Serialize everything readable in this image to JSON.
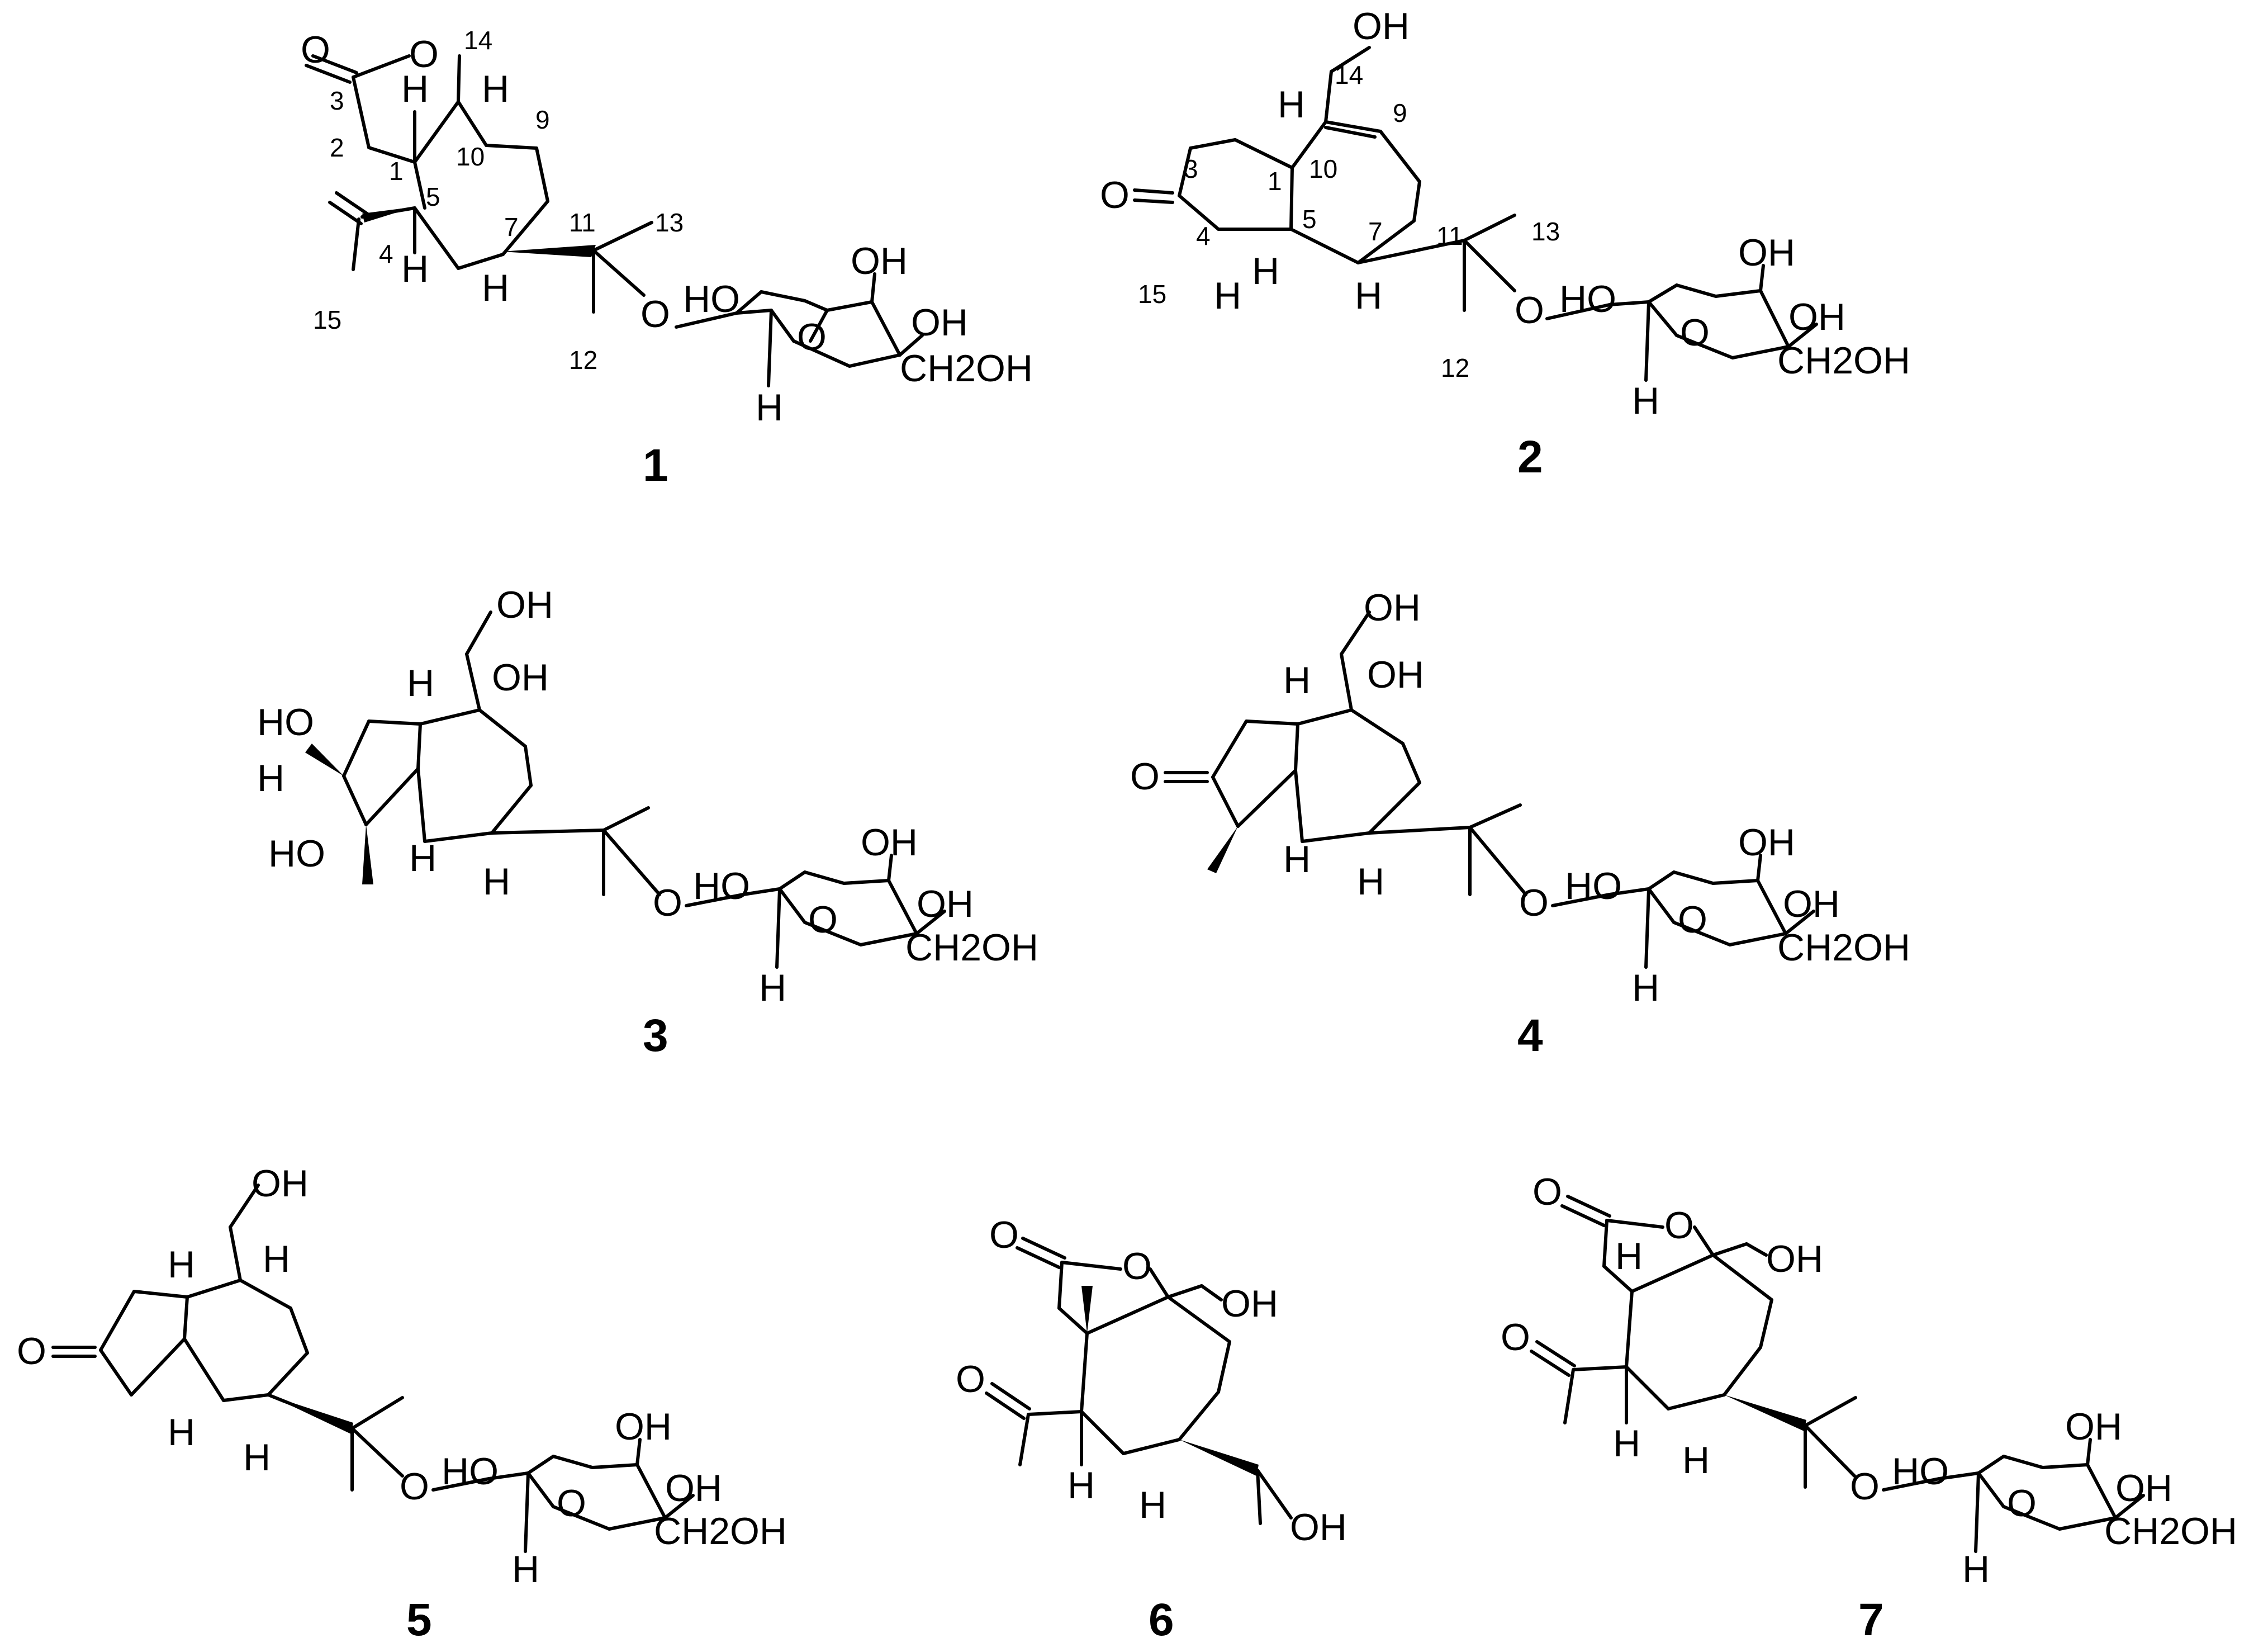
{
  "figure": {
    "compounds": [
      {
        "id": "1",
        "atom_labels": [
          "O",
          "O",
          "H",
          "H",
          "H",
          "H",
          "O",
          "HO",
          "OH",
          "O",
          "OH",
          "CH2OH",
          "H"
        ],
        "locants": [
          "14",
          "3",
          "2",
          "1",
          "10",
          "9",
          "5",
          "4",
          "7",
          "11",
          "13",
          "15",
          "12"
        ]
      },
      {
        "id": "2",
        "atom_labels": [
          "OH",
          "H",
          "O",
          "H",
          "H",
          "H",
          "O",
          "HO",
          "OH",
          "O",
          "OH",
          "CH2OH",
          "H"
        ],
        "locants": [
          "14",
          "9",
          "3",
          "1",
          "10",
          "5",
          "4",
          "7",
          "11",
          "13",
          "15",
          "12"
        ]
      },
      {
        "id": "3",
        "atom_labels": [
          "OH",
          "H",
          "OH",
          "HO",
          "H",
          "HO",
          "H",
          "H",
          "O",
          "HO",
          "OH",
          "O",
          "OH",
          "CH2OH",
          "H"
        ],
        "locants": []
      },
      {
        "id": "4",
        "atom_labels": [
          "OH",
          "H",
          "OH",
          "O",
          "H",
          "H",
          "O",
          "HO",
          "OH",
          "O",
          "OH",
          "CH2OH",
          "H"
        ],
        "locants": []
      },
      {
        "id": "5",
        "atom_labels": [
          "OH",
          "H",
          "H",
          "O",
          "H",
          "H",
          "O",
          "HO",
          "OH",
          "O",
          "OH",
          "CH2OH",
          "H"
        ],
        "locants": []
      },
      {
        "id": "6",
        "atom_labels": [
          "O",
          "O",
          "OH",
          "O",
          "H",
          "H",
          "OH"
        ],
        "locants": []
      },
      {
        "id": "7",
        "atom_labels": [
          "O",
          "O",
          "H",
          "OH",
          "O",
          "H",
          "H",
          "O",
          "HO",
          "OH",
          "O",
          "OH",
          "CH2OH",
          "H"
        ],
        "locants": []
      }
    ]
  }
}
